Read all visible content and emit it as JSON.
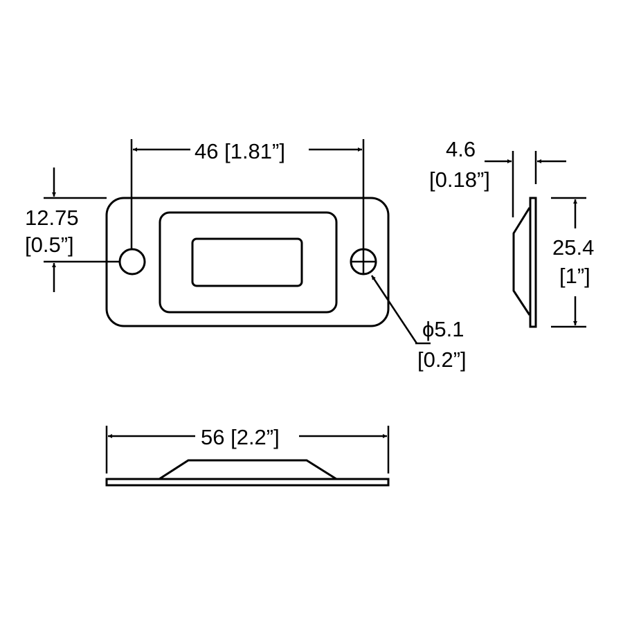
{
  "drawing": {
    "type": "mechanical dimension drawing",
    "line_color": "#000000",
    "background": "#ffffff"
  },
  "dimensions": {
    "hole_spacing": {
      "metric": "46",
      "imperial": "[1.81”]",
      "label": "46 [1.81”]"
    },
    "hole_offset": {
      "metric": "12.75",
      "imperial": "[0.5”]"
    },
    "hole_diameter": {
      "metric": "ϕ5.1",
      "imperial": "[0.2”]"
    },
    "depth": {
      "metric": "4.6",
      "imperial": "[0.18”]"
    },
    "height": {
      "metric": "25.4",
      "imperial": "[1”]"
    },
    "overall_width": {
      "metric": "56",
      "imperial": "[2.2”]",
      "label": "56 [2.2”]"
    }
  },
  "views": [
    {
      "name": "front-view",
      "description": "Rounded rectangular plate with two mounting holes and a raised rectangular bezel with window"
    },
    {
      "name": "side-view",
      "description": "Side profile showing plate thickness and raised bezel"
    },
    {
      "name": "bottom-view",
      "description": "Bottom profile showing plate and raised trapezoid bezel"
    }
  ]
}
